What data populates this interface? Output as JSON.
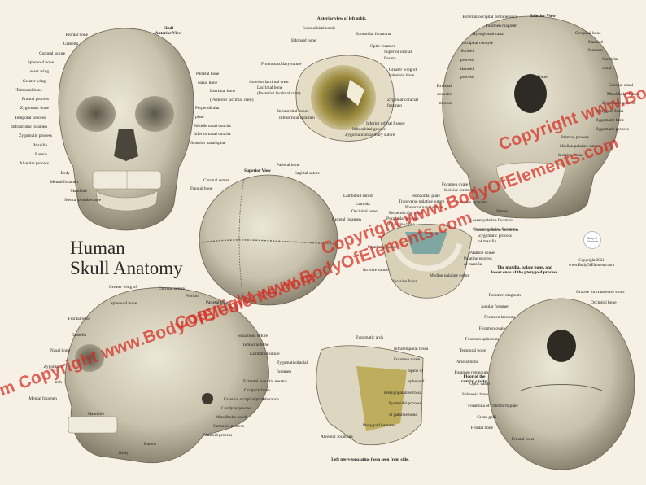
{
  "poster": {
    "title_line1": "Human",
    "title_line2": "Skull Anatomy",
    "watermark": "Copyright www.BodyOfElements.com",
    "watermark_short": "Copyright www.BodyOfElements.com",
    "watermark_left": "m Copyright www.BodyOfElements.com",
    "watermark_bottom": "Copyright www.BodyOfElements.com",
    "copyright_line1": "Copyright 2021",
    "copyright_line2": "www.BodyOfElements.com",
    "logo_text": "Body of Elements"
  },
  "colors": {
    "background": "#f6f1e4",
    "bone": "#d8d1bd",
    "bone_shadow": "#8e8775",
    "watermark": "#d62a20",
    "teeth": "#efeadb",
    "orbit_yellow": "#b9a64a",
    "maxilla_blue": "#7fa6a1"
  },
  "anterior": {
    "heading1": "Skull",
    "heading2": "Anterior View",
    "left": [
      "Frontal bone",
      "Glabella",
      "Coronal suture",
      "Sphenoid bone",
      "Lesser wing",
      "Greater wing",
      "Temporal bone",
      "Frontal process",
      "Zygomatic bone",
      "Temporal process",
      "Infraorbital foramen",
      "Zygomatic process",
      "Maxilla",
      "Ramus",
      "Alveolar process",
      "Body",
      "Mental foramen",
      "Mandible",
      "Mental protuberance"
    ],
    "right": [
      "Parietal bone",
      "Nasal bone",
      "Lacrimal bone",
      "(Posterior lacrimal crest)",
      "Perpendicular",
      "plate",
      "Middle nasal concha",
      "Inferior nasal concha",
      "Anterior nasal spine"
    ]
  },
  "orbit": {
    "heading": "Anterior view of left orbit.",
    "labels": [
      "Supraorbital notch",
      "Ethmoidal foramina",
      "Ethmoid bone",
      "Optic foramen",
      "Superior orbital",
      "fissure",
      "Frontomaxillary suture",
      "Greater wing of",
      "sphenoid bone",
      "Anterior lacrimal crest",
      "Lacrimal bone",
      "(Posterior lacrimal crest)",
      "Zygomaticofacial",
      "foramen",
      "Infraorbital suture",
      "Infraorbital foramen",
      "Inferior orbital fissure",
      "Infraorbital groove",
      "Zygomaticomaxillary suture"
    ]
  },
  "inferior": {
    "heading": "Inferior View",
    "left": [
      "External occipital protuberance",
      "Foramen magnum",
      "Hypoglossal canal",
      "Occipital condyle",
      "Styloid",
      "process",
      "Mastoid",
      "process",
      "External",
      "acoustic",
      "meatus"
    ],
    "right": [
      "Occipital bone",
      "Mastoid",
      "foramen",
      "Condylar",
      "canal",
      "Vomer",
      "Coronal canal",
      "Mandibular fossa",
      "Zygomatic process",
      "Pterygoid fossa",
      "Zygomatic bone",
      "Zygomatic process",
      "Palatine process",
      "Median palatine suture",
      "Incisive fossa"
    ],
    "bottom": [
      "Foramen lacerum",
      "Vomer",
      "Lesser palatine foramina",
      "Greater palatine foramina"
    ]
  },
  "superior": {
    "heading": "Superior View",
    "labels": [
      "Parietal bone",
      "Sagittal suture",
      "Coronal suture",
      "Frontal bone",
      "Lambdoid suture",
      "Lambda",
      "Occipital bone",
      "Parietal foramen"
    ]
  },
  "palate": {
    "caption1": "The maxilla, palate bone, and",
    "caption2": "lower ends of the pterygoid process.",
    "labels": [
      "Foramen ovale",
      "Incisive foramen",
      "Horizontal plate",
      "Transverse palatine suture",
      "Posterior nasal spines",
      "Perpendicular plate",
      "Pyramidal process",
      "of palatine bone",
      "Greater palatine foramina",
      "Zygomatic process",
      "of maxilla",
      "Palatine grooves",
      "Palatine spines",
      "Palatine process",
      "of maxilla",
      "Incisive suture",
      "Median palatine suture",
      "Incisive fossa"
    ]
  },
  "lateral": {
    "left": [
      "Greater wing of",
      "sphenoid bone",
      "Frontal bone",
      "Glabella",
      "Nasal bone",
      "Zygomatic",
      "arch",
      "Mental foramen",
      "Mandible"
    ],
    "top": [
      "Coronal suture",
      "Pterion",
      "Parietal bone"
    ],
    "right": [
      "Squamous suture",
      "Temporal bone",
      "Lambdoid suture",
      "Zygomaticofacial",
      "foramen",
      "External acoustic meatus",
      "Occipital bone",
      "External occipital protuberance",
      "Condylar process",
      "Mandibular notch",
      "Coronoid process",
      "Mastoid process",
      "Ramus",
      "Body"
    ]
  },
  "fossa": {
    "caption": "Left pterygopalatine fossa seen from side.",
    "labels": [
      "Zygomatic arch",
      "Infratemporal fossa",
      "Foramen ovale",
      "Spine of",
      "sphenoid",
      "Pterygopalatine fossa",
      "Pyramidal process",
      "of palatine bone",
      "Pterygoid hamulus",
      "Alveolar foramina"
    ]
  },
  "cranial": {
    "caption1": "Floor of the",
    "caption2": "cranial cavity.",
    "left": [
      "Foramen magnum",
      "Jugular foramen",
      "Foramen lacerum",
      "Foramen ovale",
      "Foramen spinosum",
      "Temporal bone",
      "Parietal bone",
      "Foramen rotundum",
      "Optic canal",
      "Sphenoid bone",
      "Foramina of cribriform plate",
      "Crista galli",
      "Frontal bone",
      "Frontal crest"
    ],
    "right": [
      "Groove for transverse sinus",
      "Occipital bone"
    ]
  }
}
